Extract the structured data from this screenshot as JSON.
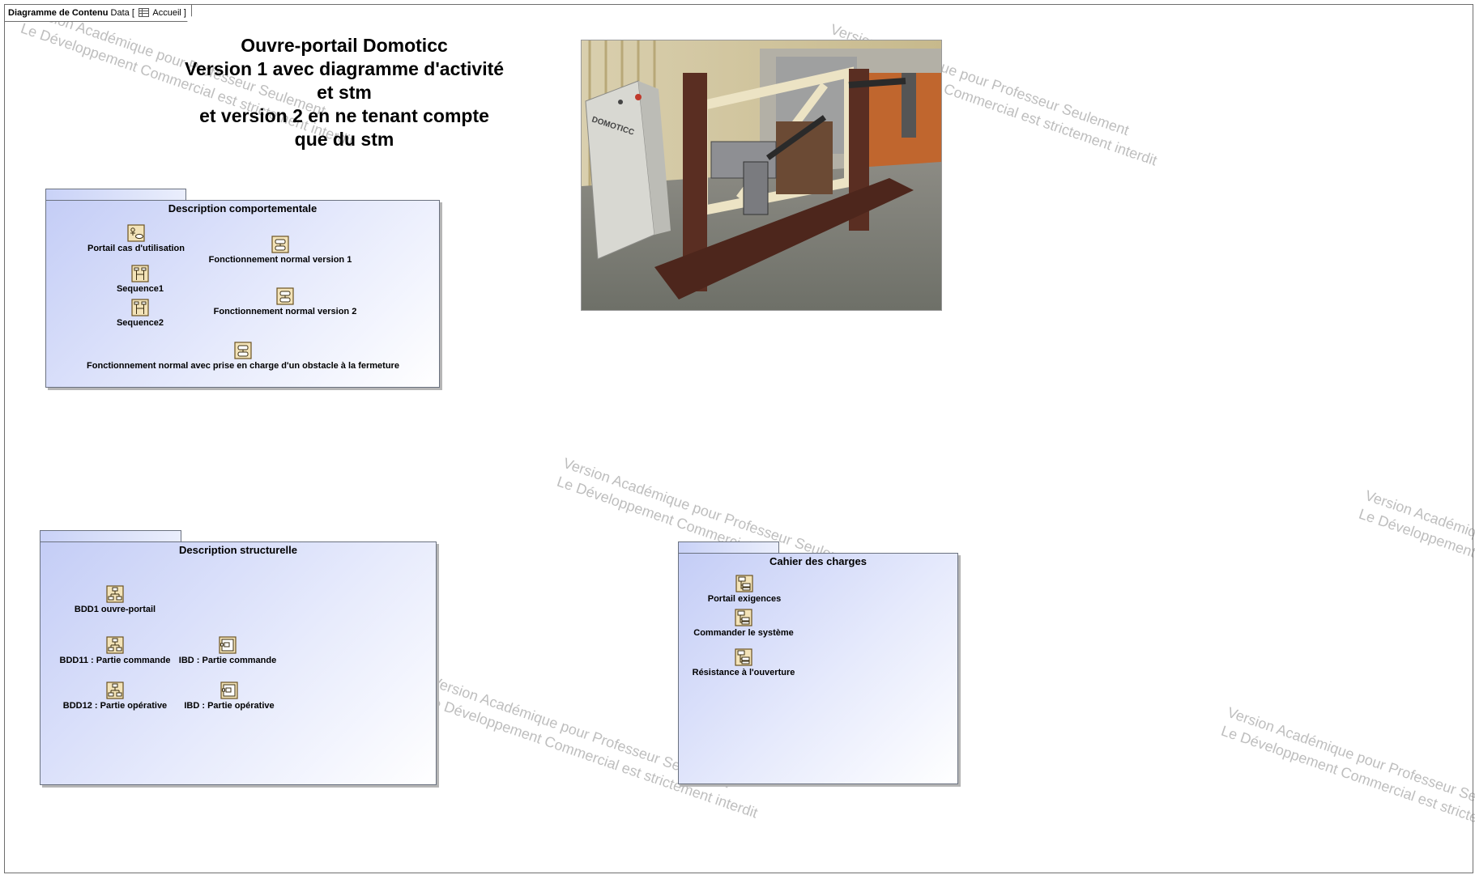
{
  "frame": {
    "kind": "Diagramme de Contenu",
    "name": "Data",
    "context": "Accueil"
  },
  "title": "Ouvre-portail Domoticc\nVersion 1 avec diagramme d'activité\net stm\net version 2 en ne tenant compte\nque du stm",
  "photo": {
    "caption_on_box": "DOMOTICC"
  },
  "watermark": {
    "line1": "Version Académique pour Professeur Seulement",
    "line2": "Le Développement Commercial est strictement interdit"
  },
  "packages": {
    "comportementale": {
      "title": "Description comportementale",
      "items": [
        {
          "label": "Portail cas d'utilisation",
          "icon": "use-case-diagram-icon"
        },
        {
          "label": "Fonctionnement normal version 1",
          "icon": "state-machine-icon"
        },
        {
          "label": "Sequence1",
          "icon": "sequence-diagram-icon"
        },
        {
          "label": "Fonctionnement normal version 2",
          "icon": "state-machine-icon"
        },
        {
          "label": "Sequence2",
          "icon": "sequence-diagram-icon"
        },
        {
          "label": "Fonctionnement normal avec prise en charge d'un obstacle à la fermeture",
          "icon": "state-machine-icon"
        }
      ]
    },
    "structurelle": {
      "title": "Description structurelle",
      "items": [
        {
          "label": "BDD1 ouvre-portail",
          "icon": "block-definition-diagram-icon"
        },
        {
          "label": "BDD11 : Partie commande",
          "icon": "block-definition-diagram-icon"
        },
        {
          "label": "IBD : Partie commande",
          "icon": "internal-block-diagram-icon"
        },
        {
          "label": "BDD12 : Partie opérative",
          "icon": "block-definition-diagram-icon"
        },
        {
          "label": "IBD : Partie opérative",
          "icon": "internal-block-diagram-icon"
        }
      ]
    },
    "cahier": {
      "title": "Cahier des charges",
      "items": [
        {
          "label": "Portail exigences",
          "icon": "requirement-diagram-icon"
        },
        {
          "label": "Commander le système",
          "icon": "requirement-diagram-icon"
        },
        {
          "label": "Résistance à l'ouverture",
          "icon": "requirement-diagram-icon"
        }
      ]
    }
  },
  "colors": {
    "package_fill": "#c4cdf6",
    "icon_fill": "#f3e3b8",
    "icon_stroke": "#6b5220",
    "watermark": "#b8b8b8"
  }
}
